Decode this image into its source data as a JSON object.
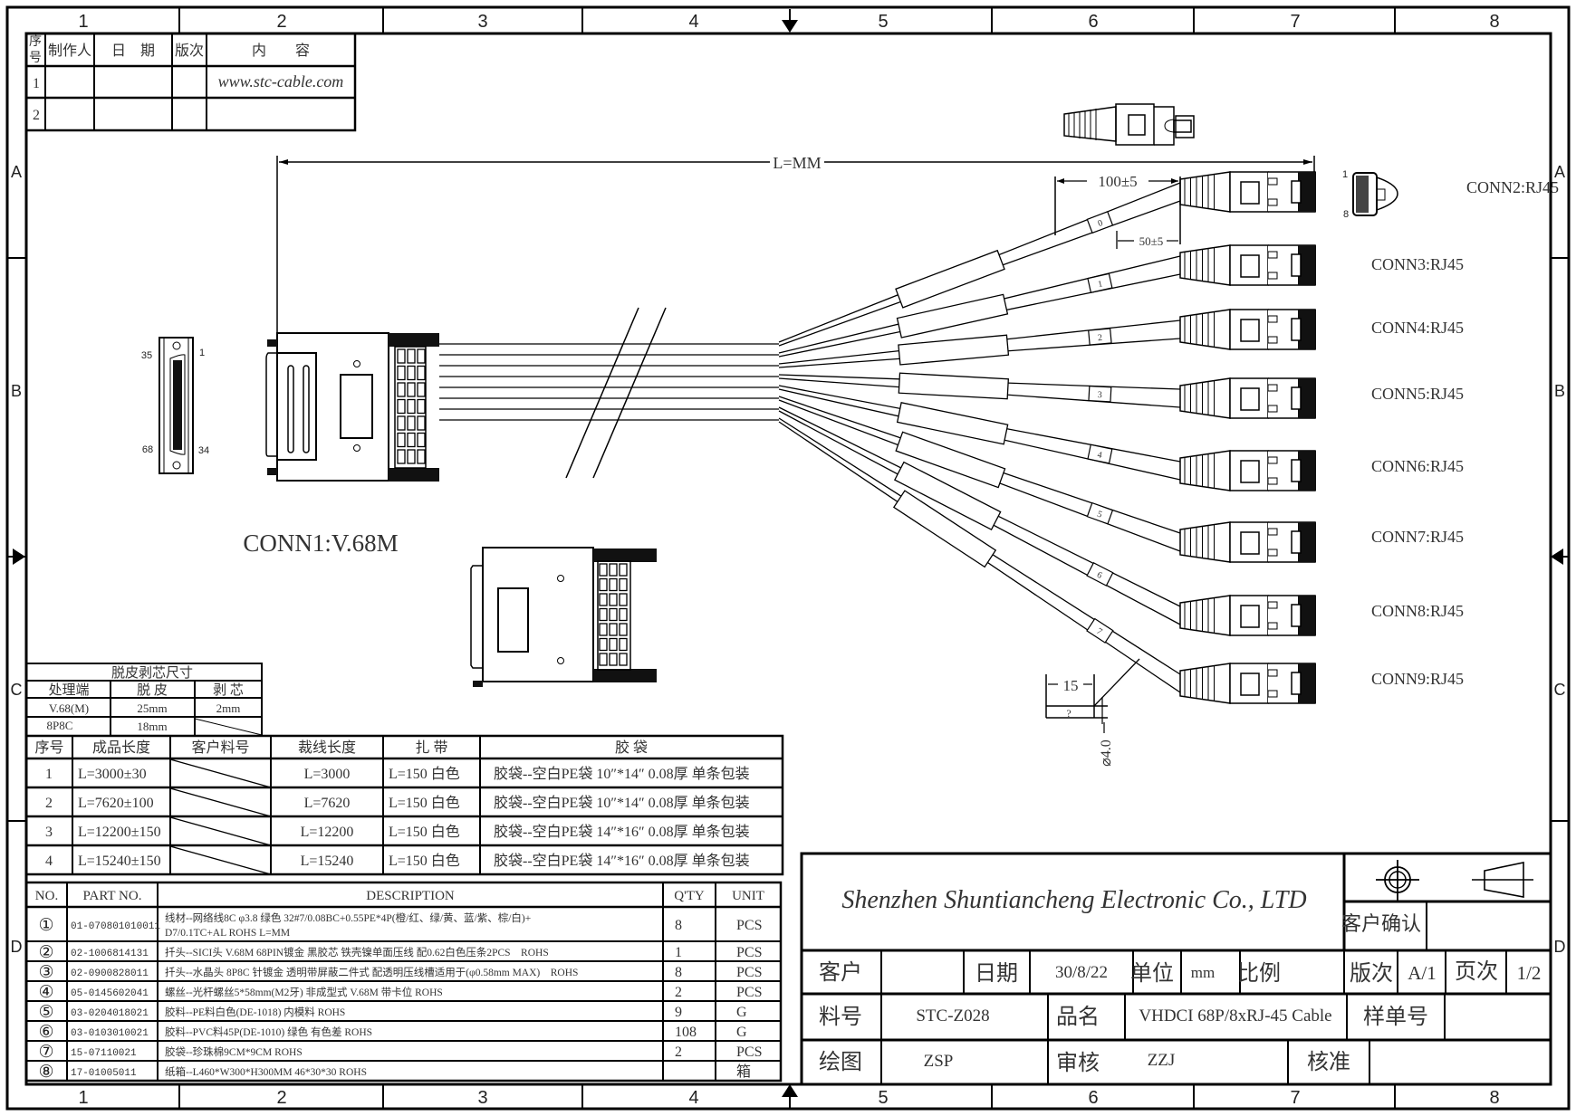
{
  "frame": {
    "columns": [
      "1",
      "2",
      "3",
      "4",
      "5",
      "6",
      "7",
      "8"
    ],
    "rows": [
      "A",
      "B",
      "C",
      "D"
    ]
  },
  "revision_table": {
    "headers": [
      "序号",
      "制作人",
      "日　期",
      "版次",
      "内　　容"
    ],
    "rows": [
      {
        "no": "1",
        "maker": "",
        "date": "",
        "version": "",
        "content": "www.stc-cable.com"
      },
      {
        "no": "2",
        "maker": "",
        "date": "",
        "version": "",
        "content": ""
      }
    ]
  },
  "drawing": {
    "length_label": "L=MM",
    "dim_100": "100±5",
    "dim_50": "50±5",
    "dim_15": "15",
    "dim_q": "?",
    "dim_dia": "⌀4.0",
    "pin_labels": {
      "p35": "35",
      "p1": "1",
      "p68": "68",
      "p34": "34",
      "rj1": "1",
      "rj8": "8"
    },
    "conn1_label": "CONN1:V.68M",
    "rj_connectors": [
      {
        "label": "CONN2:RJ45",
        "marker": "0"
      },
      {
        "label": "CONN3:RJ45",
        "marker": "1"
      },
      {
        "label": "CONN4:RJ45",
        "marker": "2"
      },
      {
        "label": "CONN5:RJ45",
        "marker": "3"
      },
      {
        "label": "CONN6:RJ45",
        "marker": "4"
      },
      {
        "label": "CONN7:RJ45",
        "marker": "5"
      },
      {
        "label": "CONN8:RJ45",
        "marker": "6"
      },
      {
        "label": "CONN9:RJ45",
        "marker": "7"
      }
    ]
  },
  "strip_table": {
    "title": "脱皮剥芯尺寸",
    "headers": [
      "处理端",
      "脱 皮",
      "剥 芯"
    ],
    "rows": [
      [
        "V.68(M)",
        "25mm",
        "2mm"
      ],
      [
        "8P8C",
        "18mm",
        ""
      ]
    ]
  },
  "length_table": {
    "headers": [
      "序号",
      "成品长度",
      "客户料号",
      "裁线长度",
      "扎 带",
      "胶 袋"
    ],
    "rows": [
      [
        "1",
        "L=3000±30",
        "",
        "L=3000",
        "L=150 白色",
        "胶袋--空白PE袋 10″*14″ 0.08厚 单条包装"
      ],
      [
        "2",
        "L=7620±100",
        "",
        "L=7620",
        "L=150 白色",
        "胶袋--空白PE袋 10″*14″ 0.08厚 单条包装"
      ],
      [
        "3",
        "L=12200±150",
        "",
        "L=12200",
        "L=150 白色",
        "胶袋--空白PE袋 14″*16″ 0.08厚 单条包装"
      ],
      [
        "4",
        "L=15240±150",
        "",
        "L=15240",
        "L=150 白色",
        "胶袋--空白PE袋 14″*16″ 0.08厚 单条包装"
      ]
    ]
  },
  "bom_table": {
    "headers": [
      "NO.",
      "PART NO.",
      "DESCRIPTION",
      "Q'TY",
      "UNIT"
    ],
    "rows": [
      {
        "no": "①",
        "part": "01-070801010011",
        "desc": "线材--网络线8C φ3.8 绿色 32#7/0.08BC+0.55PE*4P(橙/红、绿/黄、蓝/紫、棕/白)+",
        "desc2": "D7/0.1TC+AL ROHS L=MM",
        "qty": "8",
        "unit": "PCS"
      },
      {
        "no": "②",
        "part": "02-1006814131",
        "desc": "扦头--SICI头 V.68M 68PIN镀金 黑胶芯 铁壳镍单面压线 配0.62白色压条2PCS　ROHS",
        "desc2": "",
        "qty": "1",
        "unit": "PCS"
      },
      {
        "no": "③",
        "part": "02-0900828011",
        "desc": "扦头--水晶头 8P8C 针镀金 透明带屏蔽二件式 配透明压线槽适用于(φ0.58mm MAX)　ROHS",
        "desc2": "",
        "qty": "8",
        "unit": "PCS"
      },
      {
        "no": "④",
        "part": "05-0145602041",
        "desc": "螺丝--光杆螺丝5*58mm(M2牙) 非成型式 V.68M 带卡位 ROHS",
        "desc2": "",
        "qty": "2",
        "unit": "PCS"
      },
      {
        "no": "⑤",
        "part": "03-0204018021",
        "desc": "胶料--PE料白色(DE-1018) 内模料 ROHS",
        "desc2": "",
        "qty": "9",
        "unit": "G"
      },
      {
        "no": "⑥",
        "part": "03-0103010021",
        "desc": "胶料--PVC料45P(DE-1010) 绿色 有色差 ROHS",
        "desc2": "",
        "qty": "108",
        "unit": "G"
      },
      {
        "no": "⑦",
        "part": "15-07110021",
        "desc": "胶袋--珍珠棉9CM*9CM ROHS",
        "desc2": "",
        "qty": "2",
        "unit": "PCS"
      },
      {
        "no": "⑧",
        "part": "17-01005011",
        "desc": "纸箱--L460*W300*H300MM 46*30*30 ROHS",
        "desc2": "",
        "qty": "",
        "unit": "箱"
      }
    ]
  },
  "title_block": {
    "company": "Shenzhen Shuntiancheng Electronic Co., LTD",
    "customer_confirm": "客户确认",
    "customer_label": "客户",
    "customer_value": "",
    "date_label": "日期",
    "date_value": "30/8/22",
    "unit_label": "单位",
    "unit_value": "mm",
    "scale_label": "比例",
    "scale_value": "",
    "version_label": "版次",
    "version_value": "A/1",
    "page_label": "页次",
    "page_value": "1/2",
    "part_label": "料号",
    "part_value": "STC-Z028",
    "name_label": "品名",
    "name_value": "VHDCI 68P/8xRJ-45 Cable",
    "sample_label": "样单号",
    "sample_value": "",
    "drawn_label": "绘图",
    "drawn_value": "ZSP",
    "check_label": "审核",
    "check_value": "ZZJ",
    "approve_label": "核准",
    "approve_value": ""
  }
}
